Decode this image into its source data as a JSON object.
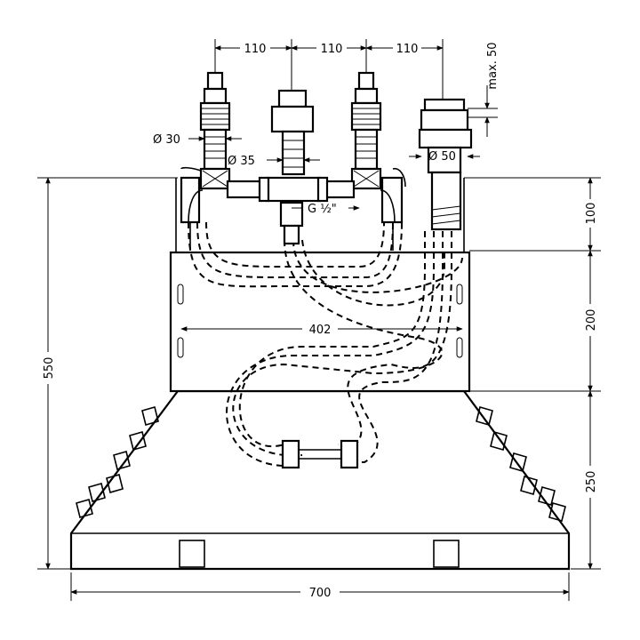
{
  "dimensions": {
    "spacing_1": "110",
    "spacing_2": "110",
    "spacing_3": "110",
    "max_50": "max. 50",
    "dia_30": "Ø 30",
    "dia_35": "Ø 35",
    "dia_50": "Ø 50",
    "thread": "G ½\"",
    "inner_width": "402",
    "height_total": "550",
    "height_top": "100",
    "height_mid": "200",
    "height_bottom": "250",
    "width_total": "700"
  }
}
